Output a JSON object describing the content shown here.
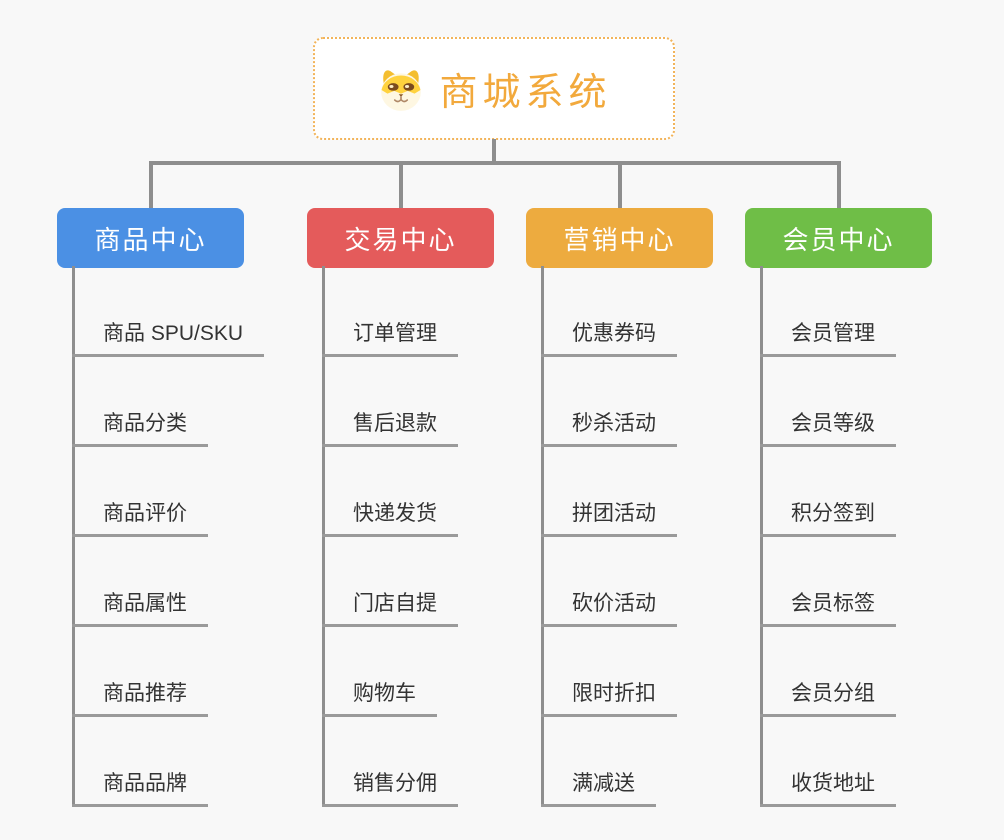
{
  "background": "#F8F8F8",
  "item_text_color": "#333333",
  "connector_color": "#8E8E8E",
  "underline_color": "#9A9A9A",
  "root": {
    "title": "商城系统",
    "icon": "shiba-dog-icon",
    "text_color": "#F2A93C",
    "border_color": "#F2B45A"
  },
  "branches": [
    {
      "id": "product-center",
      "label": "商品中心",
      "color": "#4B90E4",
      "items": [
        "商品 SPU/SKU",
        "商品分类",
        "商品评价",
        "商品属性",
        "商品推荐",
        "商品品牌"
      ]
    },
    {
      "id": "trade-center",
      "label": "交易中心",
      "color": "#E45B5B",
      "items": [
        "订单管理",
        "售后退款",
        "快递发货",
        "门店自提",
        "购物车",
        "销售分佣"
      ]
    },
    {
      "id": "marketing-center",
      "label": "营销中心",
      "color": "#EDAB3F",
      "items": [
        "优惠券码",
        "秒杀活动",
        "拼团活动",
        "砍价活动",
        "限时折扣",
        "满减送"
      ]
    },
    {
      "id": "member-center",
      "label": "会员中心",
      "color": "#6FBE47",
      "items": [
        "会员管理",
        "会员等级",
        "积分签到",
        "会员标签",
        "会员分组",
        "收货地址"
      ]
    }
  ]
}
